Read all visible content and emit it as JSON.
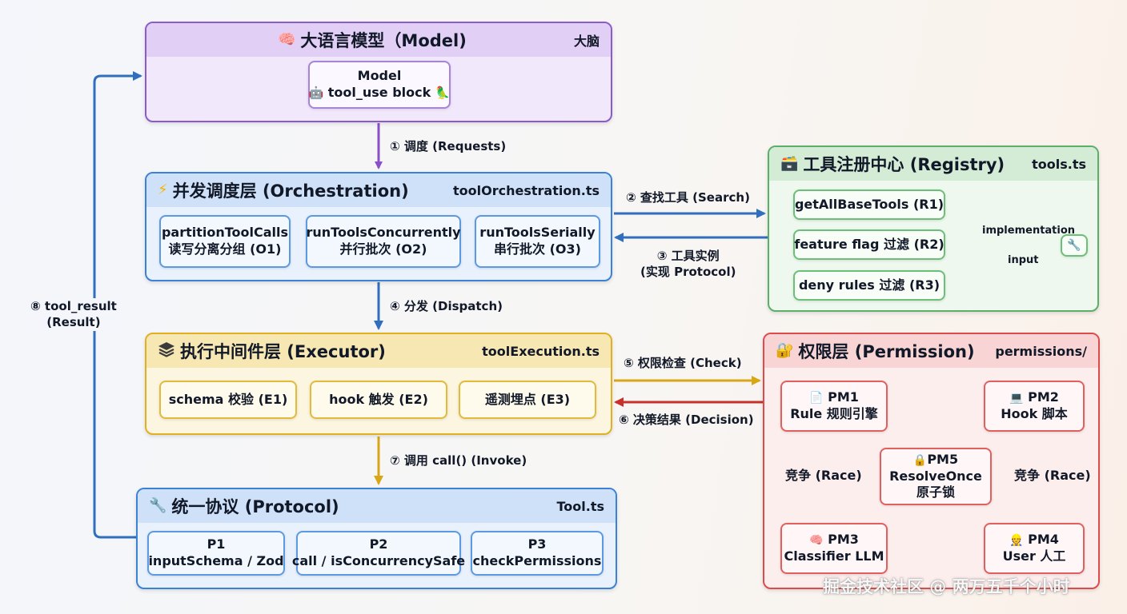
{
  "model": {
    "icon": "brain-icon",
    "title": "大语言模型（Model)",
    "tag": "大脑",
    "box_line1": "Model",
    "box_line2": "tool_use block"
  },
  "orchestration": {
    "icon": "lightning-icon",
    "title": "并发调度层 (Orchestration)",
    "file": "toolOrchestration.ts",
    "items": [
      {
        "name": "partitionToolCalls",
        "desc": "读写分离分组 (O1)"
      },
      {
        "name": "runToolsConcurrently",
        "desc": "并行批次 (O2)"
      },
      {
        "name": "runToolsSerially",
        "desc": "串行批次 (O3)"
      }
    ]
  },
  "registry": {
    "icon": "toolbox-icon",
    "title": "工具注册中心 (Registry)",
    "file": "tools.ts",
    "items": [
      "getAllBaseTools (R1)",
      "feature flag 过滤 (R2)",
      "deny rules 过滤 (R3)"
    ],
    "implementation_label": "implementation",
    "input_label": "input",
    "tool_icon": "wrench-icon"
  },
  "executor": {
    "icon": "layers-icon",
    "title": "执行中间件层 (Executor)",
    "file": "toolExecution.ts",
    "items": [
      "schema 校验 (E1)",
      "hook 触发 (E2)",
      "遥测埋点 (E3)"
    ]
  },
  "permission": {
    "icon": "lock-icon",
    "title": "权限层 (Permission)",
    "file": "permissions/",
    "pm1": {
      "id": "PM1",
      "desc": "Rule 规则引擎"
    },
    "pm2": {
      "id": "PM2",
      "desc": "Hook 脚本"
    },
    "pm3": {
      "id": "PM3",
      "desc": "Classifier LLM"
    },
    "pm4": {
      "id": "PM4",
      "desc": "User 人工"
    },
    "pm5": {
      "id": "PM5",
      "name": "ResolveOnce",
      "desc": "原子锁"
    },
    "race_left": "竞争 (Race)",
    "race_right": "竞争 (Race)"
  },
  "protocol": {
    "icon": "wrench-icon",
    "title": "统一协议 (Protocol)",
    "file": "Tool.ts",
    "items": [
      {
        "id": "P1",
        "desc": "inputSchema / Zod"
      },
      {
        "id": "P2",
        "desc": "call / isConcurrencySafe"
      },
      {
        "id": "P3",
        "desc": "checkPermissions"
      }
    ]
  },
  "flows": {
    "f1": "① 调度 (Requests)",
    "f2": "② 查找工具 (Search)",
    "f3_line1": "③ 工具实例",
    "f3_line2": "(实现 Protocol)",
    "f4": "④ 分发 (Dispatch)",
    "f5": "⑤ 权限检查 (Check)",
    "f6": "⑥ 决策结果 (Decision)",
    "f7": "⑦ 调用 call() (Invoke)",
    "f8_line1": "⑧ tool_result",
    "f8_line2": "(Result)"
  },
  "watermark": "掘金技术社区 @ 两万五千个小时",
  "colors": {
    "model": "#8b5cc9",
    "orchestration": "#3b82d6",
    "registry": "#5cae6b",
    "executor": "#e0b020",
    "permission": "#dc4c4c"
  }
}
